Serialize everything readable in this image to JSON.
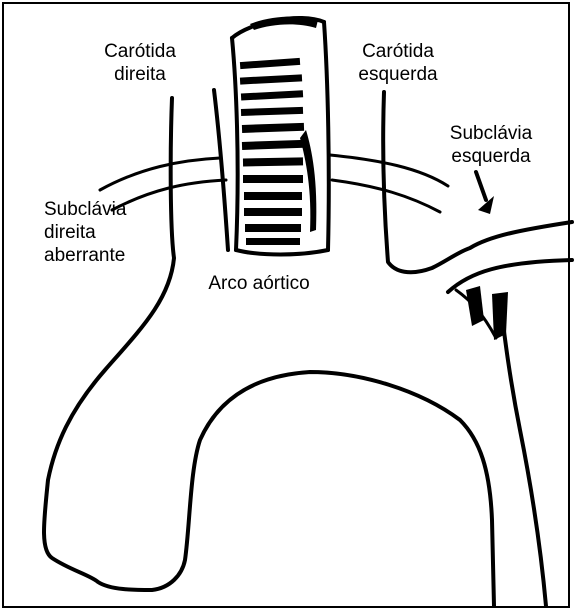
{
  "labels": {
    "carotid_right": [
      "Carótida",
      "direita"
    ],
    "carotid_left": [
      "Carótida",
      "esquerda"
    ],
    "subclavian_left": [
      "Subclávia",
      "esquerda"
    ],
    "subclavian_right_aberrant": [
      "Subclávia",
      "direita",
      "aberrante"
    ],
    "aortic_arch": "Arco aórtico"
  },
  "colors": {
    "line": "#000000",
    "background": "#ffffff"
  }
}
